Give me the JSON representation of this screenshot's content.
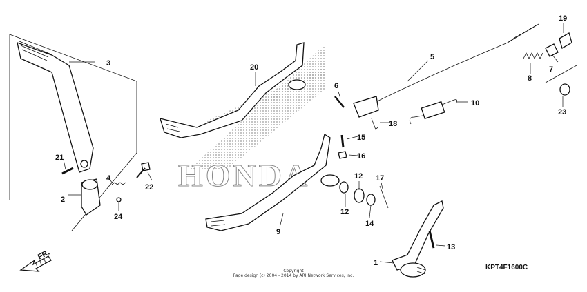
{
  "diagram": {
    "callouts": [
      "1",
      "2",
      "3",
      "4",
      "5",
      "6",
      "7",
      "8",
      "9",
      "10",
      "12",
      "12",
      "13",
      "14",
      "15",
      "16",
      "17",
      "18",
      "19",
      "20",
      "21",
      "22",
      "23",
      "24"
    ],
    "direction_label": "FR.",
    "watermark": "HONDA",
    "diagram_code": "KPT4F1600C",
    "copyright_line1": "Copyright",
    "copyright_line2": "Page design (c) 2004 - 2014 by ARI Network Services, Inc."
  },
  "colors": {
    "ink": "#111111",
    "background": "#ffffff",
    "halftone": "#9a9a9a"
  }
}
